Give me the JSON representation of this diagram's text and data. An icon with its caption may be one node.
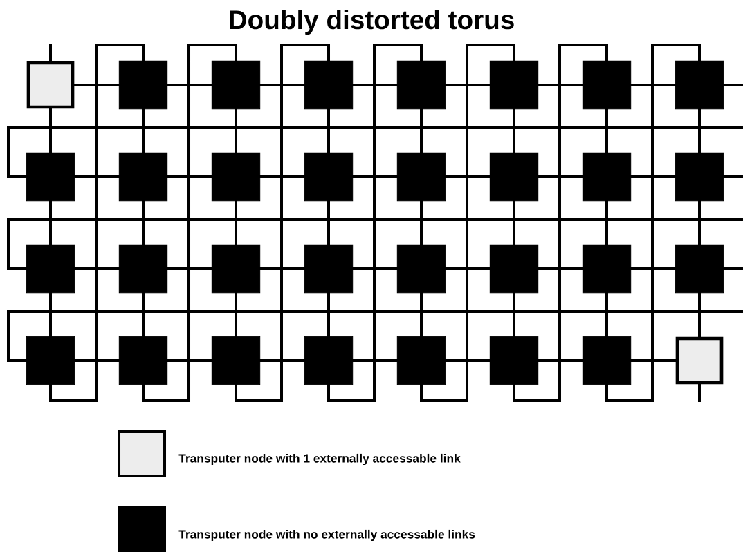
{
  "diagram": {
    "title": "Doubly distorted torus",
    "nodes": [
      {
        "text": [],
        "shape": "box"
      },
      {
        "text": [],
        "shape": "box"
      },
      {
        "text": [],
        "shape": "box"
      },
      {
        "text": [],
        "shape": "box"
      },
      {
        "text": [],
        "shape": "box"
      },
      {
        "text": [],
        "shape": "box"
      },
      {
        "text": [],
        "shape": "box"
      },
      {
        "text": [],
        "shape": "box"
      },
      {
        "text": [],
        "shape": "box"
      },
      {
        "text": [],
        "shape": "box"
      },
      {
        "text": [],
        "shape": "box"
      },
      {
        "text": [],
        "shape": "box"
      },
      {
        "text": [],
        "shape": "box"
      },
      {
        "text": [],
        "shape": "box"
      },
      {
        "text": [],
        "shape": "box"
      },
      {
        "text": [],
        "shape": "box"
      },
      {
        "text": [],
        "shape": "box"
      },
      {
        "text": [],
        "shape": "box"
      },
      {
        "text": [],
        "shape": "box"
      },
      {
        "text": [],
        "shape": "box"
      },
      {
        "text": [],
        "shape": "box"
      },
      {
        "text": [],
        "shape": "box"
      },
      {
        "text": [],
        "shape": "box"
      },
      {
        "text": [],
        "shape": "box"
      },
      {
        "text": [],
        "shape": "box"
      },
      {
        "text": [],
        "shape": "box"
      },
      {
        "text": [],
        "shape": "box"
      },
      {
        "text": [],
        "shape": "box"
      },
      {
        "text": [],
        "shape": "box"
      },
      {
        "text": [],
        "shape": "box"
      },
      {
        "text": [],
        "shape": "box"
      },
      {
        "text": [],
        "shape": "box"
      }
    ],
    "edges": [
      {
        "from": 0,
        "to": 1,
        "arrow": "none"
      },
      {
        "from": 1,
        "to": 2,
        "arrow": "none"
      },
      {
        "from": 2,
        "to": 3,
        "arrow": "none"
      },
      {
        "from": 3,
        "to": 4,
        "arrow": "none"
      },
      {
        "from": 4,
        "to": 5,
        "arrow": "none"
      },
      {
        "from": 5,
        "to": 6,
        "arrow": "none"
      },
      {
        "from": 6,
        "to": 7,
        "arrow": "none"
      },
      {
        "from": 8,
        "to": 9,
        "arrow": "none"
      },
      {
        "from": 9,
        "to": 10,
        "arrow": "none"
      },
      {
        "from": 10,
        "to": 11,
        "arrow": "none"
      },
      {
        "from": 11,
        "to": 12,
        "arrow": "none"
      },
      {
        "from": 12,
        "to": 13,
        "arrow": "none"
      },
      {
        "from": 13,
        "to": 14,
        "arrow": "none"
      },
      {
        "from": 14,
        "to": 15,
        "arrow": "none"
      },
      {
        "from": 16,
        "to": 17,
        "arrow": "none"
      },
      {
        "from": 17,
        "to": 18,
        "arrow": "none"
      },
      {
        "from": 18,
        "to": 19,
        "arrow": "none"
      },
      {
        "from": 19,
        "to": 20,
        "arrow": "none"
      },
      {
        "from": 20,
        "to": 21,
        "arrow": "none"
      },
      {
        "from": 21,
        "to": 22,
        "arrow": "none"
      },
      {
        "from": 22,
        "to": 23,
        "arrow": "none"
      },
      {
        "from": 24,
        "to": 25,
        "arrow": "none"
      },
      {
        "from": 25,
        "to": 26,
        "arrow": "none"
      },
      {
        "from": 26,
        "to": 27,
        "arrow": "none"
      },
      {
        "from": 27,
        "to": 28,
        "arrow": "none"
      },
      {
        "from": 28,
        "to": 29,
        "arrow": "none"
      },
      {
        "from": 29,
        "to": 30,
        "arrow": "none"
      },
      {
        "from": 30,
        "to": 31,
        "arrow": "none"
      },
      {
        "from": 7,
        "to": 8,
        "arrow": "none"
      },
      {
        "from": 15,
        "to": 16,
        "arrow": "none"
      },
      {
        "from": 23,
        "to": 24,
        "arrow": "none"
      },
      {
        "from": 0,
        "to": 8,
        "arrow": "none"
      },
      {
        "from": 8,
        "to": 16,
        "arrow": "none"
      },
      {
        "from": 16,
        "to": 24,
        "arrow": "none"
      },
      {
        "from": 1,
        "to": 9,
        "arrow": "none"
      },
      {
        "from": 9,
        "to": 17,
        "arrow": "none"
      },
      {
        "from": 17,
        "to": 25,
        "arrow": "none"
      },
      {
        "from": 2,
        "to": 10,
        "arrow": "none"
      },
      {
        "from": 10,
        "to": 18,
        "arrow": "none"
      },
      {
        "from": 18,
        "to": 26,
        "arrow": "none"
      },
      {
        "from": 3,
        "to": 11,
        "arrow": "none"
      },
      {
        "from": 11,
        "to": 19,
        "arrow": "none"
      },
      {
        "from": 19,
        "to": 27,
        "arrow": "none"
      },
      {
        "from": 4,
        "to": 12,
        "arrow": "none"
      },
      {
        "from": 12,
        "to": 20,
        "arrow": "none"
      },
      {
        "from": 20,
        "to": 28,
        "arrow": "none"
      },
      {
        "from": 5,
        "to": 13,
        "arrow": "none"
      },
      {
        "from": 13,
        "to": 21,
        "arrow": "none"
      },
      {
        "from": 21,
        "to": 29,
        "arrow": "none"
      },
      {
        "from": 6,
        "to": 14,
        "arrow": "none"
      },
      {
        "from": 14,
        "to": 22,
        "arrow": "none"
      },
      {
        "from": 22,
        "to": 30,
        "arrow": "none"
      },
      {
        "from": 7,
        "to": 15,
        "arrow": "none"
      },
      {
        "from": 15,
        "to": 23,
        "arrow": "none"
      },
      {
        "from": 23,
        "to": 31,
        "arrow": "none"
      },
      {
        "from": 24,
        "to": 1,
        "arrow": "none"
      },
      {
        "from": 25,
        "to": 2,
        "arrow": "none"
      },
      {
        "from": 26,
        "to": 3,
        "arrow": "none"
      },
      {
        "from": 27,
        "to": 4,
        "arrow": "none"
      },
      {
        "from": 28,
        "to": 5,
        "arrow": "none"
      },
      {
        "from": 29,
        "to": 6,
        "arrow": "none"
      },
      {
        "from": 30,
        "to": 7,
        "arrow": "none"
      },
      {
        "from": 0,
        "to": null,
        "arrow": "none"
      },
      {
        "from": 31,
        "to": null,
        "arrow": "none"
      }
    ],
    "legend": [
      {
        "text": "Transputer node with 1 externally accessable link"
      },
      {
        "text": "Transputer node with no externally accessable links",
        "color": "#000000"
      }
    ]
  }
}
